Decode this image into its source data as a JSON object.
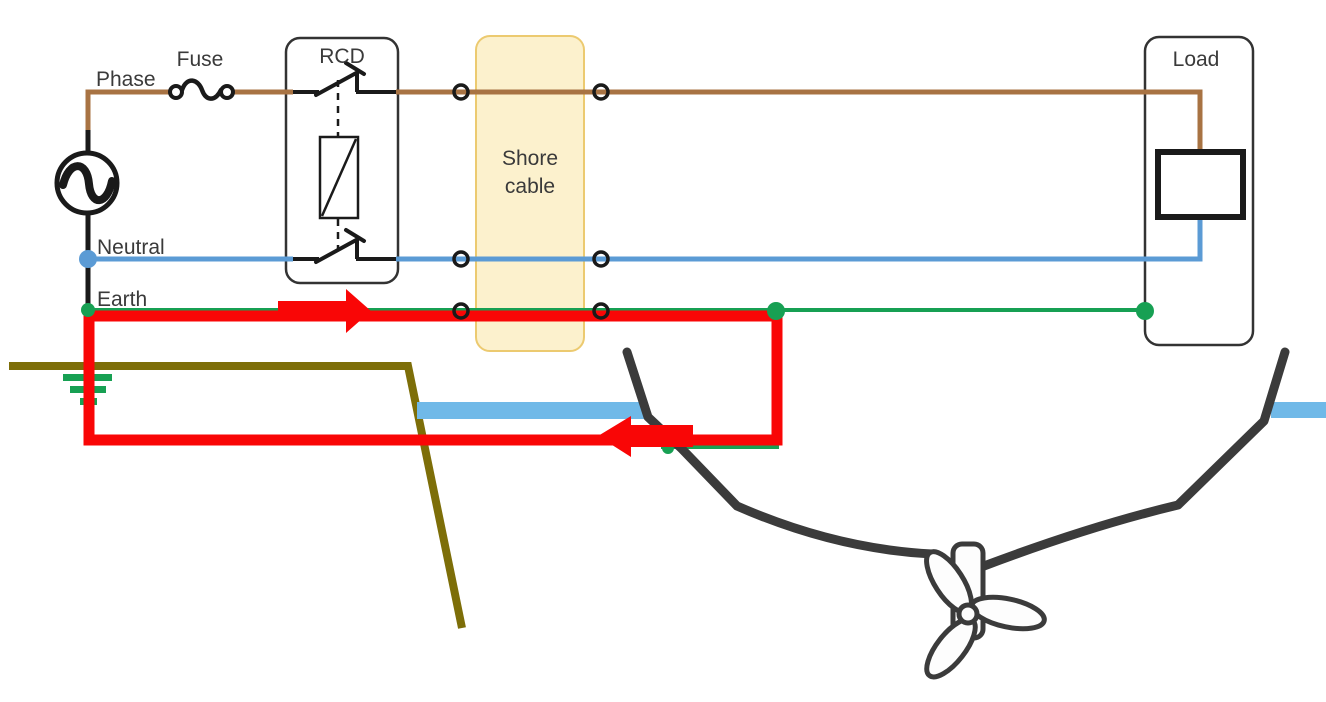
{
  "labels": {
    "phase": "Phase",
    "fuse": "Fuse",
    "rcd": "RCD",
    "neutral": "Neutral",
    "earth": "Earth",
    "shore_cable_line1": "Shore",
    "shore_cable_line2": "cable",
    "load": "Load"
  },
  "colors": {
    "phase": "#a87343",
    "neutral": "#5b9bd5",
    "earth": "#17a053",
    "fault": "#f90606",
    "shore": "#7d6e08",
    "water": "#70b9e8",
    "hull": "#3b3b3b",
    "cable_fill": "#fcf1cd",
    "cable_border": "#ecca70",
    "ink": "#1a1a1a",
    "box_border": "#333333",
    "label": "#3a3a3a"
  },
  "icons": {
    "ac_source": "ac-source-icon",
    "fuse": "fuse-icon",
    "rcd_switch": "rcd-switch-icon",
    "trip_coil": "trip-coil-icon",
    "ground": "ground-symbol-icon",
    "propeller": "propeller-icon",
    "fault_arrows": [
      "fault-arrow-right",
      "fault-arrow-left"
    ]
  }
}
